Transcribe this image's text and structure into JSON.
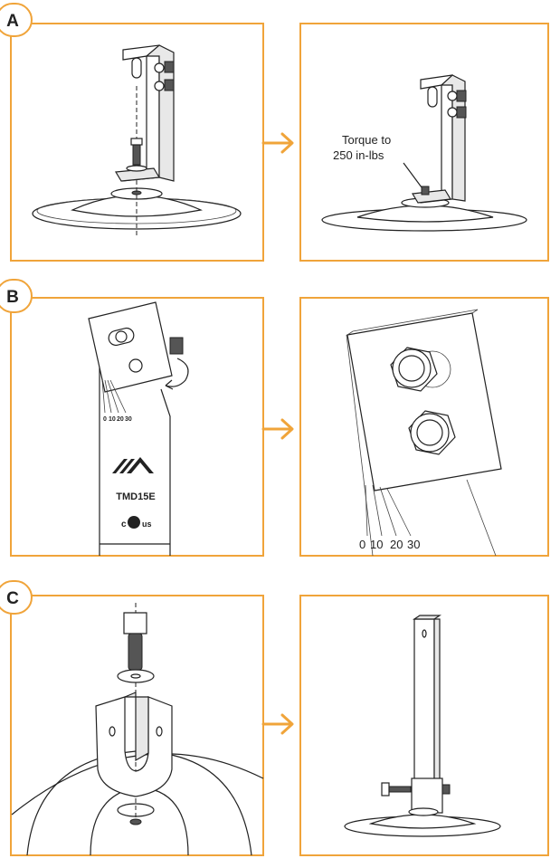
{
  "steps": [
    {
      "label": "A",
      "annotation_line1": "Torque to",
      "annotation_line2": "250 in-lbs"
    },
    {
      "label": "B",
      "model": "TMD15E",
      "cert_left": "c",
      "cert_right": "us",
      "angle_marks_small": [
        "0",
        "10",
        "20",
        "30"
      ],
      "angle_marks_large": [
        "0",
        "10",
        "20",
        "30"
      ]
    },
    {
      "label": "C"
    }
  ],
  "colors": {
    "panel_border": "#F0A43A",
    "arrow": "#F0A43A",
    "line": "#222222"
  },
  "icons": [
    "arrow-right-icon",
    "manufacturer-logo-icon",
    "certification-mark-icon"
  ]
}
